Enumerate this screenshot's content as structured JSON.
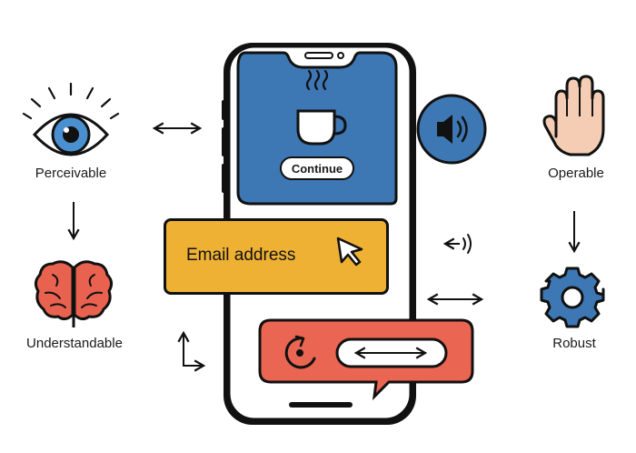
{
  "principles": {
    "perceivable": "Perceivable",
    "operable": "Operable",
    "understandable": "Understandable",
    "robust": "Robust"
  },
  "phone": {
    "continue_label": "Continue",
    "email_placeholder": "Email address"
  },
  "icons": [
    "eye-icon",
    "hand-icon",
    "brain-icon",
    "gear-icon",
    "speaker-icon",
    "coffee-cup-icon",
    "cursor-icon",
    "slider-icon"
  ],
  "colors": {
    "screen_blue": "#3d77b4",
    "email_yellow": "#eeb134",
    "bubble_red": "#ea6552",
    "brain_red": "#e8624f",
    "hand_skin": "#f4cdb4",
    "eye_blue": "#4a90d0",
    "outline": "#111111"
  }
}
